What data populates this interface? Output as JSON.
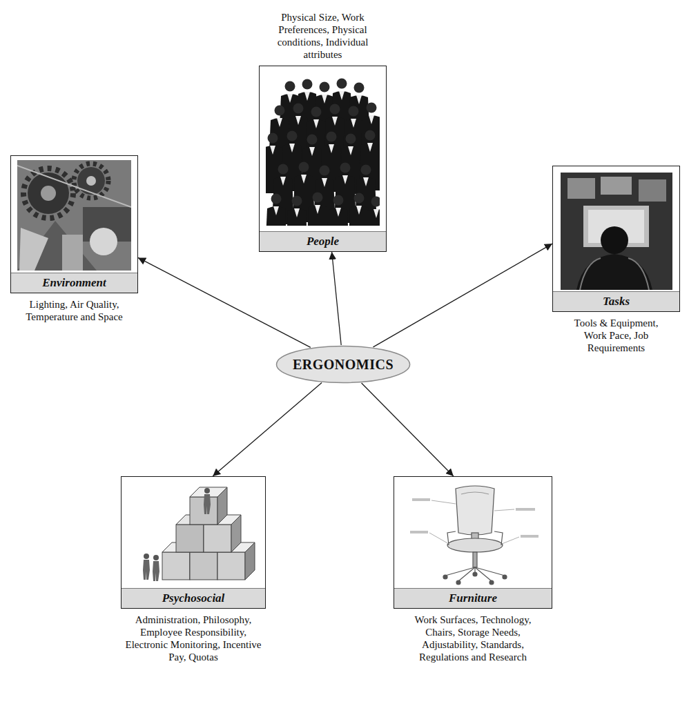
{
  "diagram": {
    "nodes": [
      {
        "text": [
          "Physical Size, Work Preferences, Physical conditions, Individual attributes",
          "People"
        ]
      },
      {
        "text": [
          "Environment",
          "Lighting, Air Quality, Temperature and Space"
        ]
      },
      {
        "text": [
          "Tasks",
          "Tools & Equipment, Work Pace, Job Requirements"
        ]
      },
      {
        "text": [
          "ERGONOMICS"
        ]
      },
      {
        "text": [
          "Psychosocial",
          "Administration, Philosophy, Employee Responsibility, Electronic Monitoring, Incentive Pay, Quotas"
        ]
      },
      {
        "text": [
          "Furniture",
          "Work Surfaces, Technology, Chairs, Storage Needs, Adjustability, Standards, Regulations and Research"
        ]
      }
    ],
    "edges": [
      {
        "from": 3,
        "to": 0,
        "arrow": "to"
      },
      {
        "from": 3,
        "to": 1,
        "arrow": "to"
      },
      {
        "from": 3,
        "to": 2,
        "arrow": "to"
      },
      {
        "from": 3,
        "to": 4,
        "arrow": "to"
      },
      {
        "from": 3,
        "to": 5,
        "arrow": "to"
      }
    ]
  }
}
